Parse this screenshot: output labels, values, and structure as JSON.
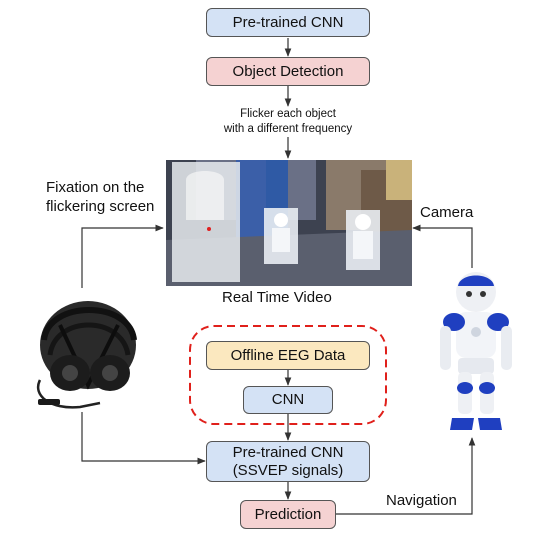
{
  "boxes": {
    "pretrained_cnn_top": "Pre-trained CNN",
    "object_detection": "Object Detection",
    "offline_eeg": "Offline EEG Data",
    "cnn": "CNN",
    "pretrained_ssvep_line1": "Pre-trained CNN",
    "pretrained_ssvep_line2": "(SSVEP signals)",
    "prediction": "Prediction"
  },
  "labels": {
    "flicker_line1": "Flicker each object",
    "flicker_line2": "with a different frequency",
    "fixation_line1": "Fixation on the",
    "fixation_line2": "flickering screen",
    "camera": "Camera",
    "real_time_video": "Real Time Video",
    "navigation": "Navigation"
  },
  "colors": {
    "blue_box": "#d4e2f5",
    "pink_box": "#f5d2d2",
    "yellow_box": "#fbe8bf",
    "dashed_outline": "#e0201b",
    "nao_blue": "#1f3fc0"
  },
  "images": {
    "video": "real-time-video-frame",
    "headset": "eeg-headset-photo",
    "robot": "nao-robot-photo"
  }
}
